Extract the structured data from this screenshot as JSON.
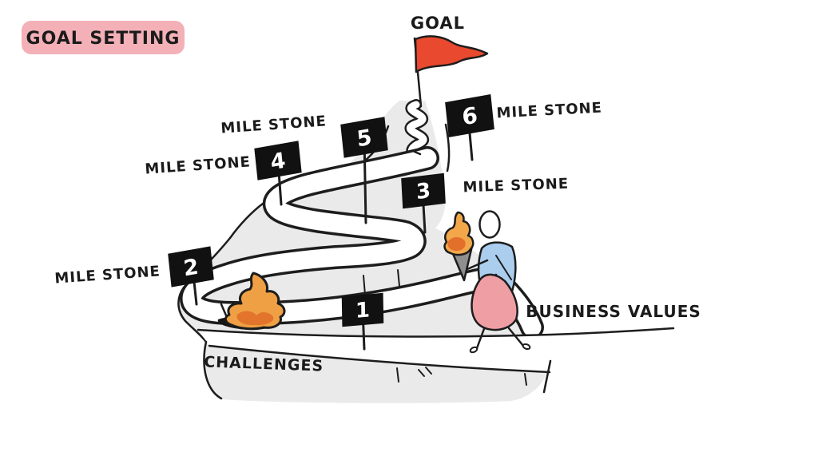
{
  "badge": {
    "label": "GOAL SETTING",
    "bg_color": "#f3b1b7"
  },
  "goal": {
    "label": "GOAL"
  },
  "milestones": [
    {
      "number": "1",
      "label": ""
    },
    {
      "number": "2",
      "label": "MILE STONE"
    },
    {
      "number": "3",
      "label": "MILE STONE"
    },
    {
      "number": "4",
      "label": "MILE STONE"
    },
    {
      "number": "5",
      "label": "MILE STONE"
    },
    {
      "number": "6",
      "label": "MILE STONE"
    }
  ],
  "annotations": {
    "challenges": "CHALLENGES",
    "business_values": "BUSINESS VALUES"
  },
  "colors": {
    "ink": "#1d1d1d",
    "mountain_gray": "#eaeaea",
    "road_white": "#ffffff",
    "sign_black": "#111111",
    "flag_red": "#e8492f",
    "badge_pink": "#f3b1b7",
    "shirt_blue": "#abcdee",
    "bag_pink": "#ef9fa4",
    "flame_yellow": "#f3a74a",
    "flame_orange": "#e2702a",
    "fire_yellow": "#f0a044",
    "torch_gray": "#8f8f8f"
  }
}
